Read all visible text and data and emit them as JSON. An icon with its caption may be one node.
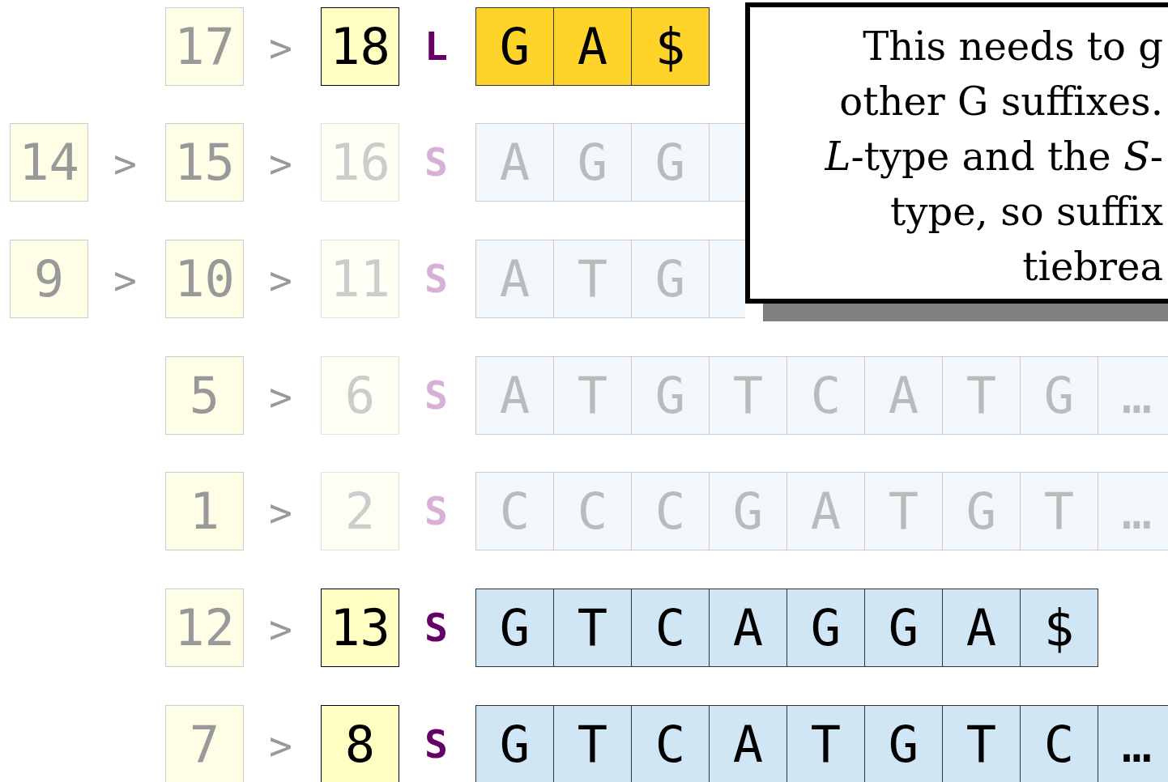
{
  "diagram": {
    "nodes": [
      {
        "text": [
          "17"
        ]
      },
      {
        "text": [
          "18"
        ]
      },
      {
        "text": [
          "G"
        ]
      },
      {
        "text": [
          "A"
        ]
      },
      {
        "text": [
          "$"
        ]
      },
      {
        "text": [
          "14"
        ]
      },
      {
        "text": [
          "15"
        ]
      },
      {
        "text": [
          "16"
        ]
      },
      {
        "text": [
          "A"
        ]
      },
      {
        "text": [
          "G"
        ]
      },
      {
        "text": [
          "G"
        ]
      },
      {
        "text": [],
        "shape": "box"
      },
      {
        "text": [
          "9"
        ]
      },
      {
        "text": [
          "10"
        ]
      },
      {
        "text": [
          "11"
        ]
      },
      {
        "text": [
          "A"
        ]
      },
      {
        "text": [
          "T"
        ]
      },
      {
        "text": [
          "G"
        ]
      },
      {
        "text": [],
        "shape": "box"
      },
      {
        "text": [
          "5"
        ]
      },
      {
        "text": [
          "6"
        ]
      },
      {
        "text": [
          "A"
        ]
      },
      {
        "text": [
          "T"
        ]
      },
      {
        "text": [
          "G"
        ]
      },
      {
        "text": [
          "T"
        ]
      },
      {
        "text": [
          "C"
        ]
      },
      {
        "text": [
          "A"
        ]
      },
      {
        "text": [
          "T"
        ]
      },
      {
        "text": [
          "G"
        ]
      },
      {
        "text": [
          "…"
        ]
      },
      {
        "text": [
          "1"
        ]
      },
      {
        "text": [
          "2"
        ]
      },
      {
        "text": [
          "C"
        ]
      },
      {
        "text": [
          "C"
        ]
      },
      {
        "text": [
          "C"
        ]
      },
      {
        "text": [
          "G"
        ]
      },
      {
        "text": [
          "A"
        ]
      },
      {
        "text": [
          "T"
        ]
      },
      {
        "text": [
          "G"
        ]
      },
      {
        "text": [
          "T"
        ]
      },
      {
        "text": [
          "…"
        ]
      },
      {
        "text": [
          "12"
        ]
      },
      {
        "text": [
          "13"
        ]
      },
      {
        "text": [
          "G"
        ]
      },
      {
        "text": [
          "T"
        ]
      },
      {
        "text": [
          "C"
        ]
      },
      {
        "text": [
          "A"
        ]
      },
      {
        "text": [
          "G"
        ]
      },
      {
        "text": [
          "G"
        ]
      },
      {
        "text": [
          "A"
        ]
      },
      {
        "text": [
          "$"
        ]
      },
      {
        "text": [
          "7"
        ]
      },
      {
        "text": [
          "8"
        ]
      },
      {
        "text": [
          "G"
        ]
      },
      {
        "text": [
          "T"
        ]
      },
      {
        "text": [
          "C"
        ]
      },
      {
        "text": [
          "A"
        ]
      },
      {
        "text": [
          "T"
        ]
      },
      {
        "text": [
          "G"
        ]
      },
      {
        "text": [
          "T"
        ]
      },
      {
        "text": [
          "C"
        ]
      },
      {
        "text": [
          "…"
        ]
      },
      {
        "text": [
          "This needs to g other G suffixes. *L*-type and the *S*-type, so suffix tiebrea"
        ]
      }
    ],
    "labels": [
      ">",
      "L",
      ">",
      ">",
      "S",
      ">",
      ">",
      "S",
      ">",
      "S",
      ">",
      "S",
      ">",
      "S",
      ">",
      "S"
    ]
  }
}
